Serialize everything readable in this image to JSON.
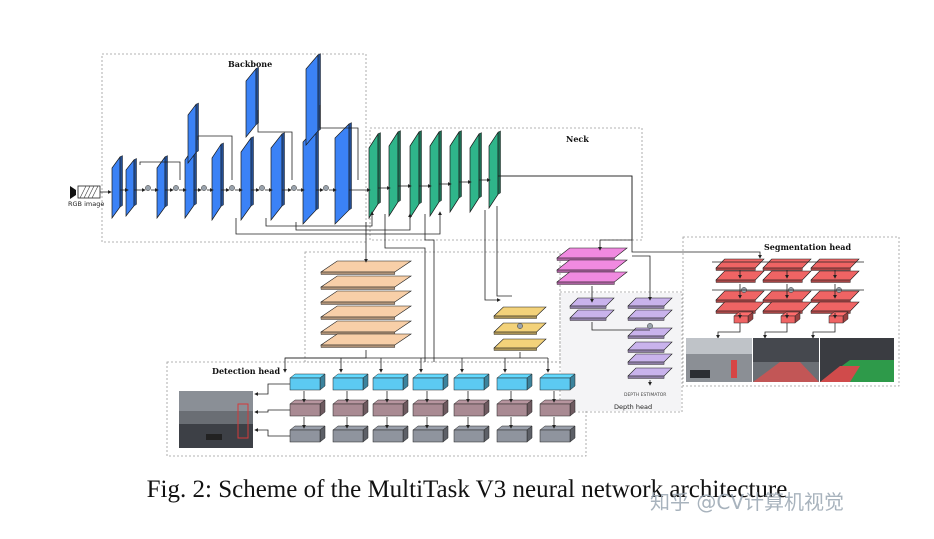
{
  "diagram": {
    "input_label": "RGB image",
    "sections": {
      "backbone": "Backbone",
      "neck": "Neck",
      "segmentation": "Segmentation head",
      "detection": "Detection head",
      "depth": "Depth head",
      "depth_estimator": "DEPTH ESTIMATOR"
    },
    "colors": {
      "backbone": "#3b82f6",
      "neck": "#2fb58a",
      "depth": "#f08ae0",
      "depth_estimator": "#c9b3ec",
      "detection_neck": "#f8cfa8",
      "yolo_branch": "#f3d27a",
      "segmentation": "#ef6464",
      "detection_cls": "#5ccaf2",
      "detection_box": "#a98a93",
      "detection_obj": "#8f949e"
    }
  },
  "caption": "Fig. 2: Scheme of the MultiTask V3 neural network architecture",
  "watermark": "知乎 @CV计算机视觉"
}
